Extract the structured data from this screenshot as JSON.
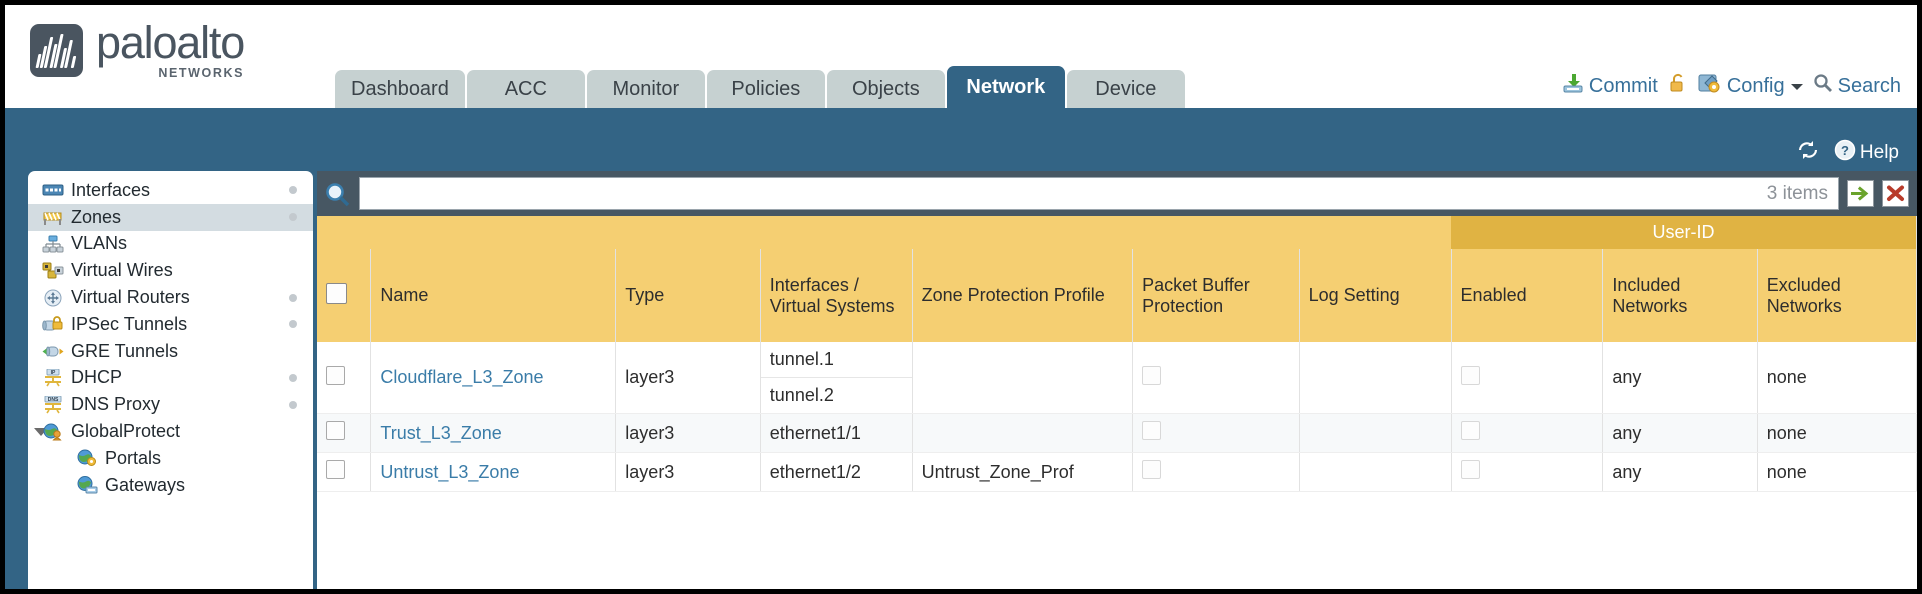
{
  "header": {
    "logo": {
      "name": "paloalto",
      "sub": "NETWORKS",
      "reg": "®"
    },
    "tabs": [
      {
        "label": "Dashboard",
        "active": false
      },
      {
        "label": "ACC",
        "active": false
      },
      {
        "label": "Monitor",
        "active": false
      },
      {
        "label": "Policies",
        "active": false
      },
      {
        "label": "Objects",
        "active": false
      },
      {
        "label": "Network",
        "active": true
      },
      {
        "label": "Device",
        "active": false
      }
    ],
    "actions": {
      "commit": "Commit",
      "config": "Config",
      "search": "Search"
    }
  },
  "band": {
    "help": "Help"
  },
  "sidebar": {
    "items": [
      {
        "label": "Interfaces",
        "icon": "interfaces-icon",
        "selected": false,
        "dot": true,
        "child": false,
        "caret": false
      },
      {
        "label": "Zones",
        "icon": "zones-icon",
        "selected": true,
        "dot": true,
        "child": false,
        "caret": false
      },
      {
        "label": "VLANs",
        "icon": "vlans-icon",
        "selected": false,
        "dot": false,
        "child": false,
        "caret": false
      },
      {
        "label": "Virtual Wires",
        "icon": "virtual-wires-icon",
        "selected": false,
        "dot": false,
        "child": false,
        "caret": false
      },
      {
        "label": "Virtual Routers",
        "icon": "virtual-routers-icon",
        "selected": false,
        "dot": true,
        "child": false,
        "caret": false
      },
      {
        "label": "IPSec Tunnels",
        "icon": "ipsec-tunnels-icon",
        "selected": false,
        "dot": true,
        "child": false,
        "caret": false
      },
      {
        "label": "GRE Tunnels",
        "icon": "gre-tunnels-icon",
        "selected": false,
        "dot": false,
        "child": false,
        "caret": false
      },
      {
        "label": "DHCP",
        "icon": "dhcp-icon",
        "selected": false,
        "dot": true,
        "child": false,
        "caret": false
      },
      {
        "label": "DNS Proxy",
        "icon": "dns-proxy-icon",
        "selected": false,
        "dot": true,
        "child": false,
        "caret": false
      },
      {
        "label": "GlobalProtect",
        "icon": "globalprotect-icon",
        "selected": false,
        "dot": false,
        "child": false,
        "caret": true
      },
      {
        "label": "Portals",
        "icon": "portals-icon",
        "selected": false,
        "dot": false,
        "child": true,
        "caret": false
      },
      {
        "label": "Gateways",
        "icon": "gateways-icon",
        "selected": false,
        "dot": false,
        "child": true,
        "caret": false
      }
    ]
  },
  "search": {
    "value": "",
    "placeholder": "",
    "item_count": "3 items",
    "apply_icon": "arrow-right-icon",
    "clear_icon": "close-icon"
  },
  "table": {
    "group_header": "User-ID",
    "columns": [
      "Name",
      "Type",
      "Interfaces / Virtual Systems",
      "Zone Protection Profile",
      "Packet Buffer Protection",
      "Log Setting",
      "Enabled",
      "Included Networks",
      "Excluded Networks"
    ],
    "rows": [
      {
        "name": "Cloudflare_L3_Zone",
        "type": "layer3",
        "interfaces": [
          "tunnel.1",
          "tunnel.2"
        ],
        "zone_protection_profile": "",
        "packet_buffer_protection": false,
        "log_setting": "",
        "userid_enabled": false,
        "included_networks": "any",
        "excluded_networks": "none"
      },
      {
        "name": "Trust_L3_Zone",
        "type": "layer3",
        "interfaces": [
          "ethernet1/1"
        ],
        "zone_protection_profile": "",
        "packet_buffer_protection": false,
        "log_setting": "",
        "userid_enabled": false,
        "included_networks": "any",
        "excluded_networks": "none"
      },
      {
        "name": "Untrust_L3_Zone",
        "type": "layer3",
        "interfaces": [
          "ethernet1/2"
        ],
        "zone_protection_profile": "Untrust_Zone_Prof",
        "packet_buffer_protection": false,
        "log_setting": "",
        "userid_enabled": false,
        "included_networks": "any",
        "excluded_networks": "none"
      }
    ]
  },
  "colors": {
    "nav_active": "#336485",
    "nav_inactive": "#c6d1d1",
    "table_header": "#f5cf72",
    "group_header": "#e0b343",
    "link": "#3a7ca8",
    "panel": "#475763"
  }
}
